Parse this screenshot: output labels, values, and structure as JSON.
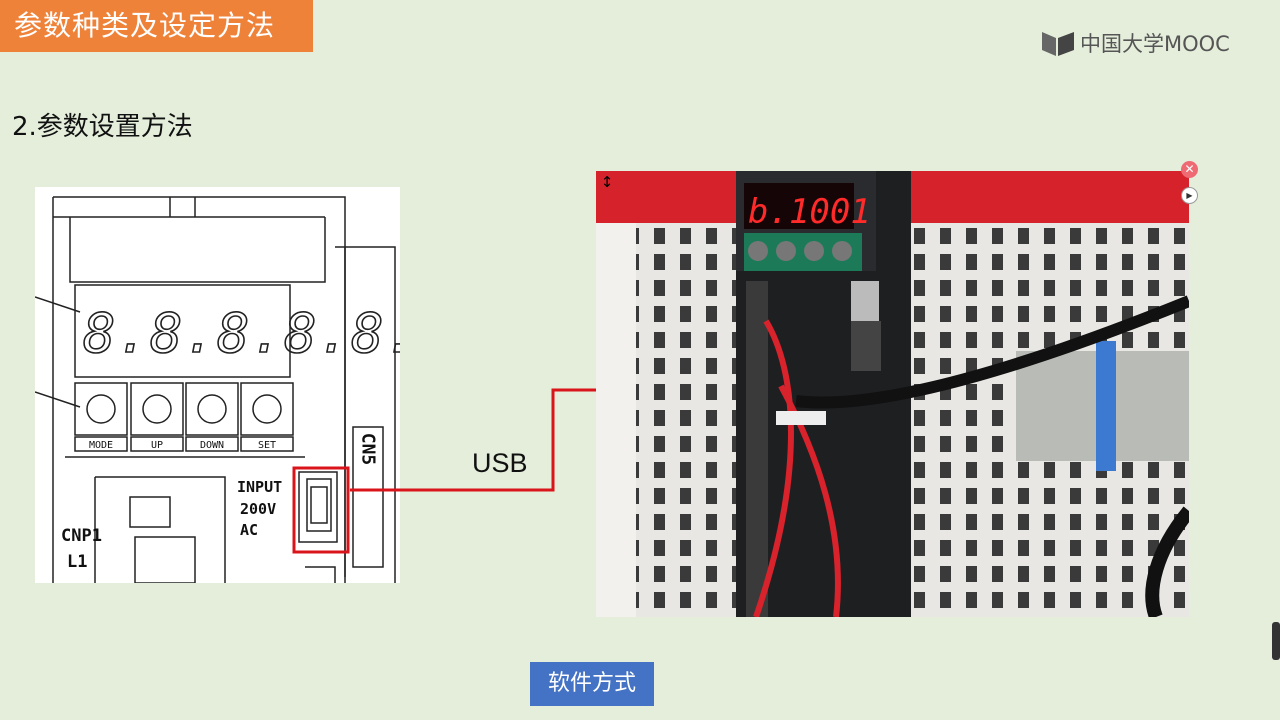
{
  "header": {
    "title": "参数种类及设定方法"
  },
  "logo": {
    "text": "中国大学MOOC",
    "icon": "open-book-icon"
  },
  "content": {
    "subtitle": "2.参数设置方法",
    "usb_label": "USB"
  },
  "diagram": {
    "display_digits": "8.8.8.8.8.",
    "buttons": [
      "MODE",
      "UP",
      "DOWN",
      "SET"
    ],
    "input_label_1": "INPUT",
    "input_label_2": "200V",
    "input_label_3": "AC",
    "cn5_label": "CN5",
    "cnp1_label": "CNP1",
    "l1_label": "L1"
  },
  "photo": {
    "display_text": "b.1001"
  },
  "footer": {
    "button_label": "软件方式"
  },
  "colors": {
    "title_bg": "#ef8239",
    "button_bg": "#4472c4",
    "highlight": "#d9141b",
    "background": "#e4eedb"
  }
}
